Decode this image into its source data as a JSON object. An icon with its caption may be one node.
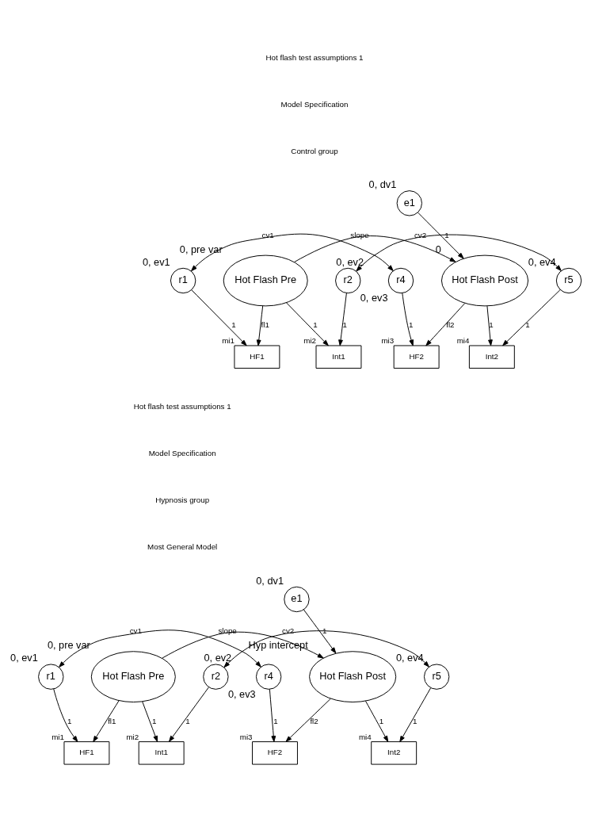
{
  "diagram": {
    "nodes": [
      {
        "text": [
          "Hot Flash Pre"
        ],
        "beside": [
          "0, pre var"
        ]
      },
      {
        "text": [
          "Hot Flash Post"
        ],
        "beside": [
          "0"
        ]
      },
      {
        "text": [
          "e1"
        ],
        "beside": [
          "0, dv1"
        ]
      },
      {
        "text": [
          "HF1"
        ],
        "beside": [
          "mi1"
        ]
      },
      {
        "text": [
          "Int1"
        ],
        "beside": [
          "mi2"
        ]
      },
      {
        "text": [
          "HF2"
        ],
        "beside": [
          "mi3"
        ]
      },
      {
        "text": [
          "Int2"
        ],
        "beside": [
          "mi4"
        ]
      },
      {
        "text": [
          "r1"
        ],
        "beside": [
          "0, ev1"
        ]
      },
      {
        "text": [
          "r2"
        ],
        "beside": [
          "0, ev2"
        ]
      },
      {
        "text": [
          "r4"
        ],
        "beside": [
          "0, ev3"
        ]
      },
      {
        "text": [
          "r5"
        ],
        "beside": [
          "0, ev4"
        ]
      },
      {
        "text": [
          "Hot Flash Pre"
        ],
        "beside": [
          "0, pre var"
        ]
      },
      {
        "text": [
          "Hot Flash Post"
        ],
        "beside": [
          "Hyp intercept"
        ]
      },
      {
        "text": [
          "e1"
        ],
        "beside": [
          "0, dv1"
        ]
      },
      {
        "text": [
          "HF1"
        ],
        "beside": [
          "mi1"
        ]
      },
      {
        "text": [
          "Int1"
        ],
        "beside": [
          "mi2"
        ]
      },
      {
        "text": [
          "HF2"
        ],
        "beside": [
          "mi3"
        ]
      },
      {
        "text": [
          "Int2"
        ],
        "beside": [
          "mi4"
        ]
      },
      {
        "text": [
          "r1"
        ],
        "beside": [
          "0, ev1"
        ]
      },
      {
        "text": [
          "r2"
        ],
        "beside": [
          "0, ev2"
        ]
      },
      {
        "text": [
          "r4"
        ],
        "beside": [
          "0, ev3"
        ]
      },
      {
        "text": [
          "r5"
        ],
        "beside": [
          "0, ev4"
        ]
      }
    ],
    "edges": [
      {
        "from": 0,
        "to": 1,
        "arrow": "to",
        "label": "slope"
      },
      {
        "from": 2,
        "to": 1,
        "arrow": "to",
        "label": "1"
      },
      {
        "from": 0,
        "to": 3,
        "arrow": "to",
        "label": "fl1"
      },
      {
        "from": 0,
        "to": 4,
        "arrow": "to",
        "label": "1"
      },
      {
        "from": 1,
        "to": 5,
        "arrow": "to",
        "label": "fl2"
      },
      {
        "from": 1,
        "to": 6,
        "arrow": "to",
        "label": "1"
      },
      {
        "from": 7,
        "to": 3,
        "arrow": "to",
        "label": "1"
      },
      {
        "from": 8,
        "to": 4,
        "arrow": "to",
        "label": "1"
      },
      {
        "from": 9,
        "to": 5,
        "arrow": "to",
        "label": "1"
      },
      {
        "from": 10,
        "to": 6,
        "arrow": "to",
        "label": "1"
      },
      {
        "from": 7,
        "to": 9,
        "arrow": "both",
        "label": "cv1"
      },
      {
        "from": 8,
        "to": 10,
        "arrow": "both",
        "label": "cv2"
      },
      {
        "from": 11,
        "to": 12,
        "arrow": "to",
        "label": "slope"
      },
      {
        "from": 13,
        "to": 12,
        "arrow": "to",
        "label": "1"
      },
      {
        "from": 11,
        "to": 14,
        "arrow": "to",
        "label": "fl1"
      },
      {
        "from": 11,
        "to": 15,
        "arrow": "to",
        "label": "1"
      },
      {
        "from": 12,
        "to": 16,
        "arrow": "to",
        "label": "fl2"
      },
      {
        "from": 12,
        "to": 17,
        "arrow": "to",
        "label": "1"
      },
      {
        "from": 18,
        "to": 14,
        "arrow": "to",
        "label": "1"
      },
      {
        "from": 19,
        "to": 15,
        "arrow": "to",
        "label": "1"
      },
      {
        "from": 20,
        "to": 16,
        "arrow": "to",
        "label": "1"
      },
      {
        "from": 21,
        "to": 17,
        "arrow": "to",
        "label": "1"
      },
      {
        "from": 18,
        "to": 20,
        "arrow": "both",
        "label": "cv1"
      },
      {
        "from": 19,
        "to": 21,
        "arrow": "both",
        "label": "cv2"
      }
    ],
    "labels": [
      "Hot flash test assumptions 1",
      "Model Specification",
      "Control group",
      "Hot flash test assumptions 1",
      "Model Specification",
      "Hypnosis group",
      "Most General Model"
    ]
  }
}
